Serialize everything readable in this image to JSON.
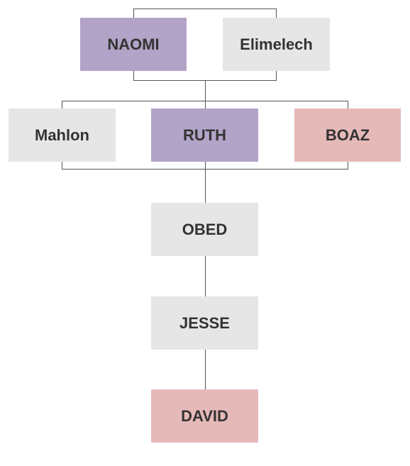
{
  "nodes": {
    "naomi": {
      "label": "NAOMI",
      "color": "#B2A4C8"
    },
    "elimelech": {
      "label": "Elimelech",
      "color": "#E6E6E6"
    },
    "mahlon": {
      "label": "Mahlon",
      "color": "#E6E6E6"
    },
    "ruth": {
      "label": "RUTH",
      "color": "#B2A4C8"
    },
    "boaz": {
      "label": "BOAZ",
      "color": "#E6B9B9"
    },
    "obed": {
      "label": "OBED",
      "color": "#E6E6E6"
    },
    "jesse": {
      "label": "JESSE",
      "color": "#E6E6E6"
    },
    "david": {
      "label": "DAVID",
      "color": "#E6B9B9"
    }
  },
  "edges": [
    {
      "from": "naomi",
      "to": "elimelech",
      "type": "couple"
    },
    {
      "from": "naomi",
      "to": "mahlon",
      "type": "parent-child"
    },
    {
      "from": "elimelech",
      "to": "mahlon",
      "type": "parent-child"
    },
    {
      "from": "mahlon",
      "to": "ruth",
      "type": "couple"
    },
    {
      "from": "ruth",
      "to": "boaz",
      "type": "couple"
    },
    {
      "from": "ruth",
      "to": "obed",
      "type": "parent-child"
    },
    {
      "from": "boaz",
      "to": "obed",
      "type": "parent-child"
    },
    {
      "from": "obed",
      "to": "jesse",
      "type": "parent-child"
    },
    {
      "from": "jesse",
      "to": "david",
      "type": "parent-child"
    }
  ]
}
